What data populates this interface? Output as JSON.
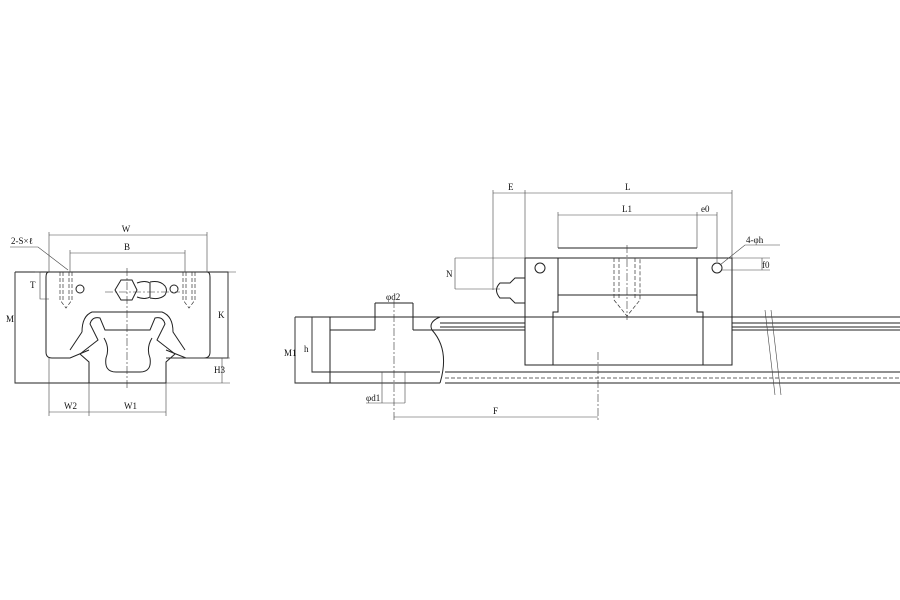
{
  "front_view": {
    "labels": {
      "W": "W",
      "B": "B",
      "screw": "2-S×ℓ",
      "T": "T",
      "M": "M",
      "K": "K",
      "H3": "H3",
      "W2": "W2",
      "W1": "W1"
    }
  },
  "side_view": {
    "labels": {
      "E": "E",
      "L": "L",
      "L1": "L1",
      "e0": "e0",
      "holes": "4-φh",
      "f0": "f0",
      "N": "N",
      "d2": "φd2",
      "M1": "M1",
      "h": "h",
      "d1": "φd1",
      "F": "F"
    }
  },
  "colors": {
    "line": "#222222",
    "background": "#ffffff"
  }
}
